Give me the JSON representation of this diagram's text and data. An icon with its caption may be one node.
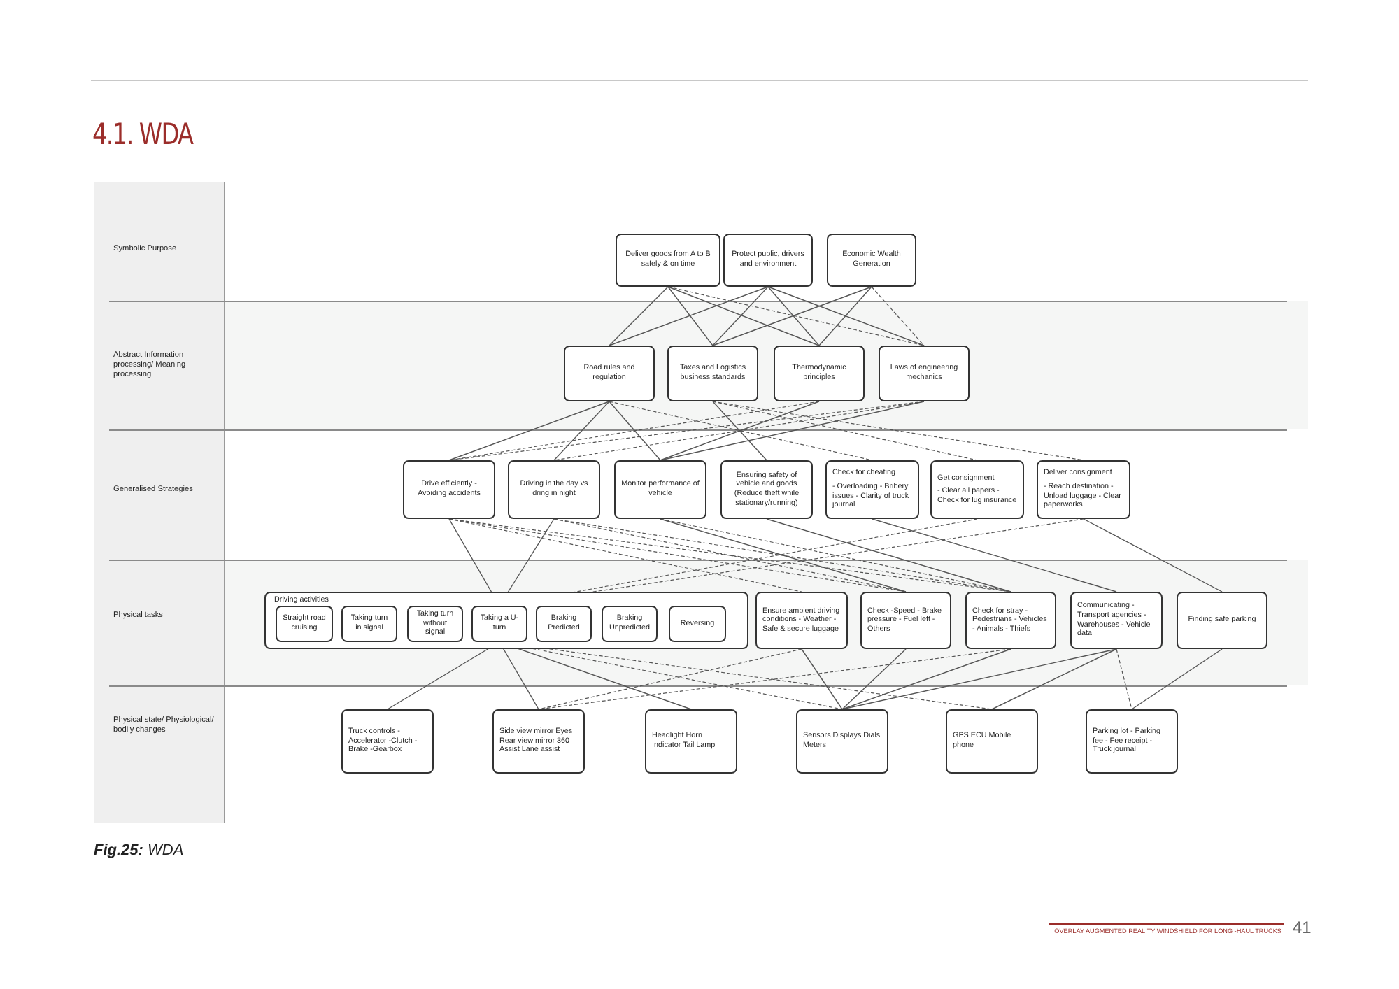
{
  "diagram": {
    "title": "4.1. WDA",
    "caption": "**Fig.25:** WDA",
    "nodes": [
      {
        "text": [
          "Deliver goods from A to B safely & on time"
        ]
      },
      {
        "text": [
          "Protect public, drivers and environment"
        ]
      },
      {
        "text": [
          "Economic Wealth Generation"
        ]
      },
      {
        "text": [
          "Road rules and regulation"
        ]
      },
      {
        "text": [
          "Taxes and Logistics business standards"
        ]
      },
      {
        "text": [
          "Thermodynamic principles"
        ]
      },
      {
        "text": [
          "Laws of engineering mechanics"
        ]
      },
      {
        "text": [
          "Drive efficiently - Avoiding accidents"
        ]
      },
      {
        "text": [
          "Driving in the day vs dring in night"
        ]
      },
      {
        "text": [
          "Monitor performance of vehicle"
        ]
      },
      {
        "text": [
          "Ensuring safety of vehicle and goods (Reduce theft while stationary/running)"
        ]
      },
      {
        "text": [
          "Check for  cheating",
          "- Overloading - Bribery issues - Clarity of truck journal"
        ]
      },
      {
        "text": [
          "Get consignment",
          "- Clear all papers - Check for lug insurance"
        ]
      },
      {
        "text": [
          "Deliver consignment",
          "- Reach destination - Unload luggage - Clear paperworks"
        ]
      },
      {
        "text": [
          "Driving activities"
        ]
      },
      {
        "text": [
          "Straight road cruising"
        ],
        "in": 14
      },
      {
        "text": [
          "Taking turn in signal"
        ],
        "in": 14
      },
      {
        "text": [
          "Taking turn without signal"
        ],
        "in": 14
      },
      {
        "text": [
          "Taking a U-turn"
        ],
        "in": 14
      },
      {
        "text": [
          "Braking Predicted"
        ],
        "in": 14
      },
      {
        "text": [
          "Braking Unpredicted"
        ],
        "in": 14
      },
      {
        "text": [
          "Reversing"
        ],
        "in": 14
      },
      {
        "text": [
          "Ensure ambient driving conditions - Weather - Safe & secure luggage"
        ]
      },
      {
        "text": [
          "Check -Speed - Brake pressure - Fuel left - Others"
        ]
      },
      {
        "text": [
          "Check for  stray - Pedestrians - Vehicles - Animals - Thiefs"
        ]
      },
      {
        "text": [
          "Communicating -Transport agencies - Warehouses - Vehicle data"
        ]
      },
      {
        "text": [
          "Finding safe parking"
        ]
      },
      {
        "text": [
          "Truck controls -Accelerator -Clutch -Brake -Gearbox"
        ]
      },
      {
        "text": [
          "Side view mirror Eyes Rear view mirror 360 Assist Lane assist"
        ]
      },
      {
        "text": [
          "Headlight Horn Indicator Tail Lamp"
        ]
      },
      {
        "text": [
          "Sensors Displays Dials Meters"
        ]
      },
      {
        "text": [
          "GPS ECU Mobile phone"
        ]
      },
      {
        "text": [
          "Parking lot - Parking fee - Fee receipt - Truck journal"
        ]
      }
    ],
    "edges": [
      {
        "from": 0,
        "to": 3,
        "arrow": "none"
      },
      {
        "from": 0,
        "to": 4,
        "arrow": "none"
      },
      {
        "from": 0,
        "to": 5,
        "arrow": "none"
      },
      {
        "from": 0,
        "to": 6,
        "arrow": "none",
        "style": "dashed"
      },
      {
        "from": 1,
        "to": 3,
        "arrow": "none"
      },
      {
        "from": 1,
        "to": 4,
        "arrow": "none"
      },
      {
        "from": 1,
        "to": 5,
        "arrow": "none"
      },
      {
        "from": 1,
        "to": 6,
        "arrow": "none"
      },
      {
        "from": 2,
        "to": 4,
        "arrow": "none"
      },
      {
        "from": 2,
        "to": 5,
        "arrow": "none"
      },
      {
        "from": 2,
        "to": 6,
        "arrow": "none",
        "style": "dashed"
      },
      {
        "from": 3,
        "to": 7,
        "arrow": "none"
      },
      {
        "from": 3,
        "to": 8,
        "arrow": "none"
      },
      {
        "from": 3,
        "to": 9,
        "arrow": "none"
      },
      {
        "from": 3,
        "to": 11,
        "arrow": "none",
        "style": "dashed"
      },
      {
        "from": 4,
        "to": 10,
        "arrow": "none"
      },
      {
        "from": 4,
        "to": 12,
        "arrow": "none",
        "style": "dashed"
      },
      {
        "from": 4,
        "to": 13,
        "arrow": "none",
        "style": "dashed"
      },
      {
        "from": 5,
        "to": 7,
        "arrow": "none",
        "style": "dashed"
      },
      {
        "from": 5,
        "to": 9,
        "arrow": "none"
      },
      {
        "from": 6,
        "to": 7,
        "arrow": "none",
        "style": "dashed"
      },
      {
        "from": 6,
        "to": 8,
        "arrow": "none",
        "style": "dashed"
      },
      {
        "from": 6,
        "to": 9,
        "arrow": "none"
      },
      {
        "from": 7,
        "to": 18,
        "arrow": "none"
      },
      {
        "from": 7,
        "to": 22,
        "arrow": "none",
        "style": "dashed"
      },
      {
        "from": 7,
        "to": 23,
        "arrow": "none",
        "style": "dashed"
      },
      {
        "from": 7,
        "to": 24,
        "arrow": "none",
        "style": "dashed"
      },
      {
        "from": 8,
        "to": 18,
        "arrow": "none"
      },
      {
        "from": 8,
        "to": 23,
        "arrow": "none",
        "style": "dashed"
      },
      {
        "from": 8,
        "to": 24,
        "arrow": "none",
        "style": "dashed"
      },
      {
        "from": 9,
        "to": 23,
        "arrow": "none"
      },
      {
        "from": 9,
        "to": 24,
        "arrow": "none",
        "style": "dashed"
      },
      {
        "from": 10,
        "to": 24,
        "arrow": "none"
      },
      {
        "from": 11,
        "to": 25,
        "arrow": "none"
      },
      {
        "from": 12,
        "to": 18,
        "arrow": "none",
        "style": "dashed"
      },
      {
        "from": 13,
        "to": 18,
        "arrow": "none",
        "style": "dashed"
      },
      {
        "from": 13,
        "to": 26,
        "arrow": "none"
      },
      {
        "from": 18,
        "to": 27,
        "arrow": "none"
      },
      {
        "from": 18,
        "to": 28,
        "arrow": "none"
      },
      {
        "from": 18,
        "to": 29,
        "arrow": "none"
      },
      {
        "from": 18,
        "to": 30,
        "arrow": "none",
        "style": "dashed"
      },
      {
        "from": 18,
        "to": 31,
        "arrow": "none",
        "style": "dashed"
      },
      {
        "from": 22,
        "to": 28,
        "arrow": "none",
        "style": "dashed"
      },
      {
        "from": 22,
        "to": 30,
        "arrow": "none"
      },
      {
        "from": 23,
        "to": 30,
        "arrow": "none"
      },
      {
        "from": 24,
        "to": 28,
        "arrow": "none",
        "style": "dashed"
      },
      {
        "from": 24,
        "to": 30,
        "arrow": "none"
      },
      {
        "from": 25,
        "to": 30,
        "arrow": "none"
      },
      {
        "from": 25,
        "to": 31,
        "arrow": "none"
      },
      {
        "from": 25,
        "to": 32,
        "arrow": "none",
        "style": "dashed"
      },
      {
        "from": 26,
        "to": 32,
        "arrow": "none"
      }
    ],
    "labels": [
      "Symbolic Purpose",
      "Abstract Information processing/ Meaning processing",
      "Generalised Strategies",
      "Physical tasks",
      "Physical state/ Physiological/ bodily changes",
      "OVERLAY AUGMENTED REALITY WINDSHIELD FOR LONG -HAUL TRUCKS",
      "41"
    ]
  }
}
